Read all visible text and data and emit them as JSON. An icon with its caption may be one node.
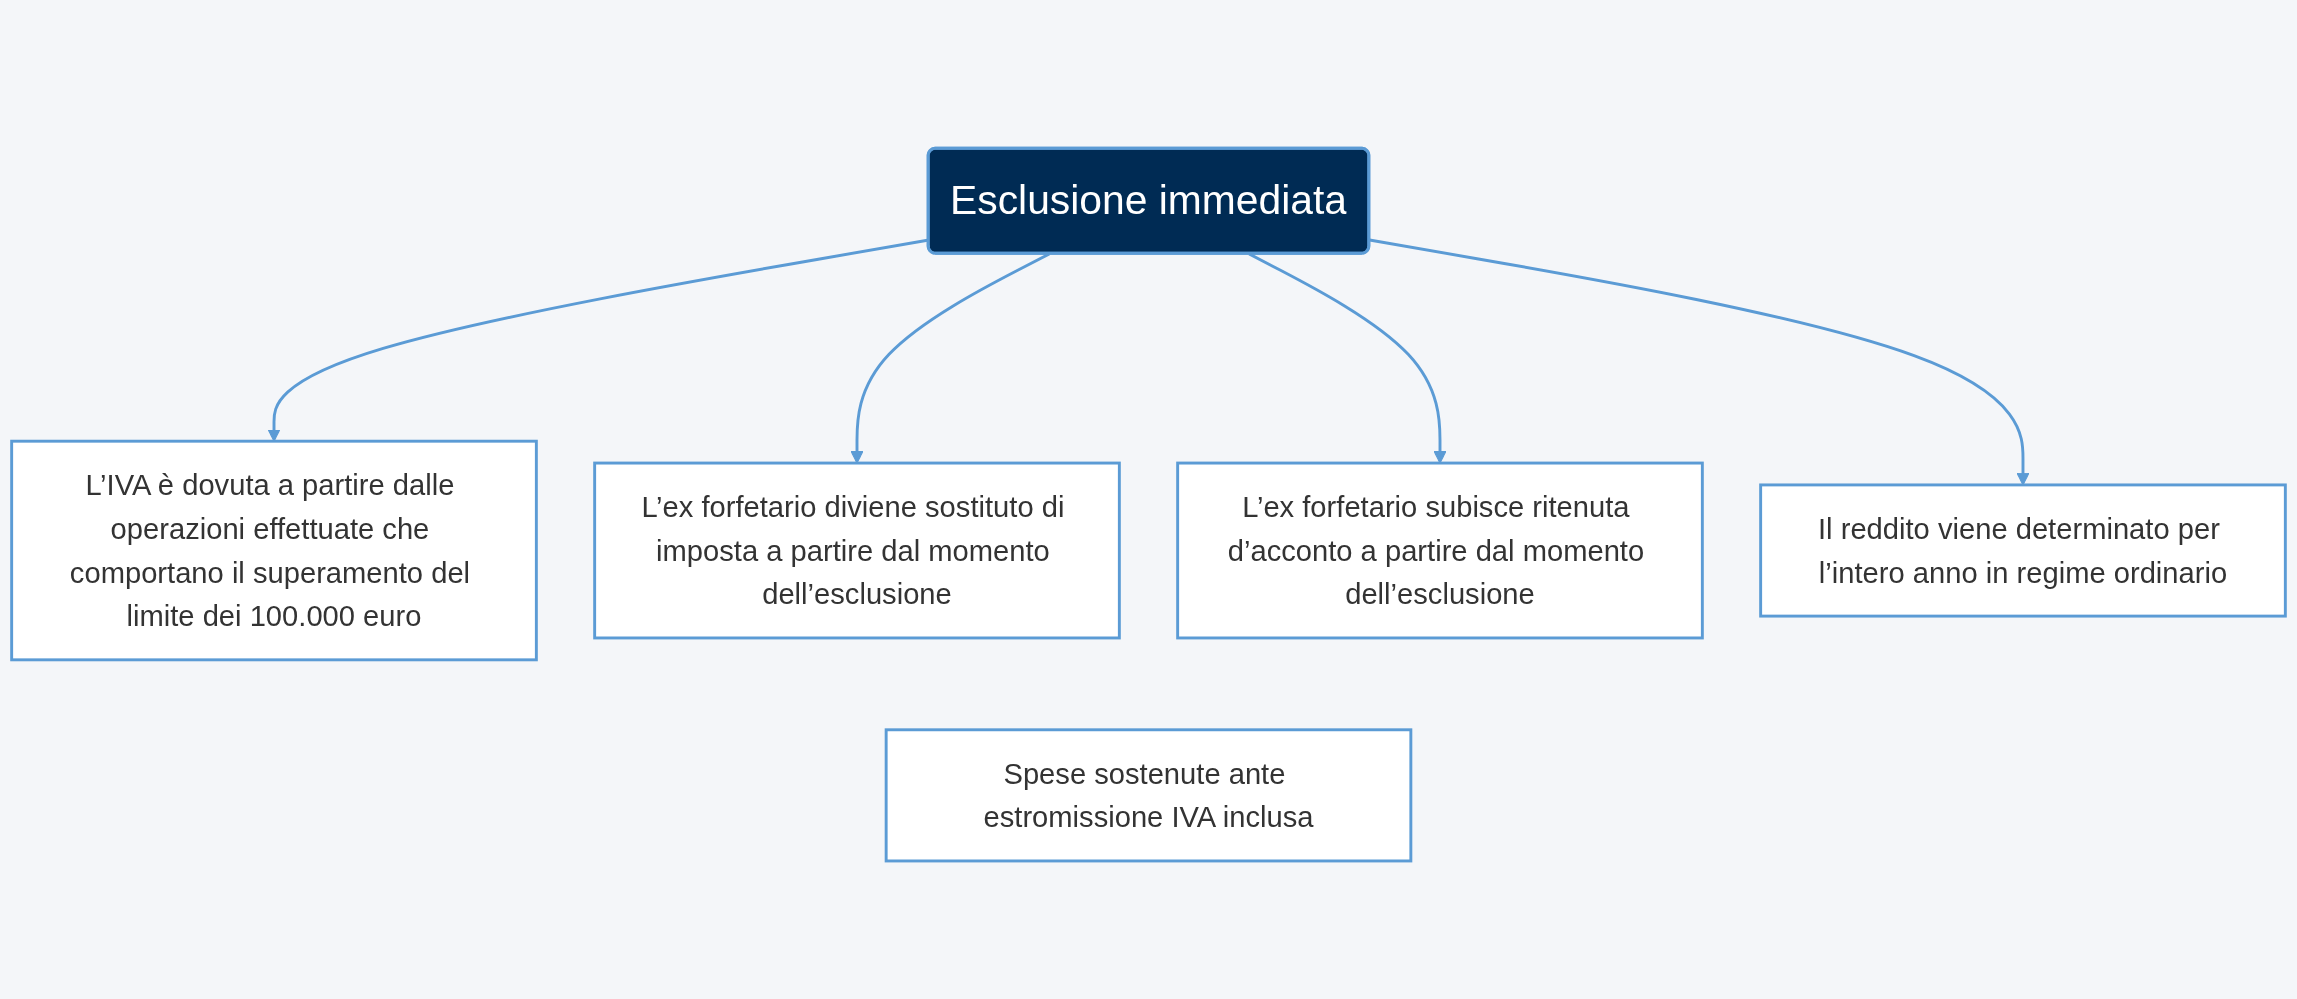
{
  "diagram": {
    "nodes": [
      {
        "text": [
          "L’IVA è dovuta a partire dalle operazioni effettuate che comportano il superamento del limite dei 100.000 euro"
        ]
      },
      {
        "text": [
          "L’ex forfetario diviene sostituto di imposta a partire dal momento dell’esclusione"
        ]
      },
      {
        "text": [
          "Esclusione immediata"
        ]
      },
      {
        "text": [
          "L’ex forfetario subisce ritenuta d’acconto a partire dal momento dell’esclusione"
        ]
      },
      {
        "text": [
          "Il reddito viene determinato per l’intero anno in regime ordinario"
        ]
      },
      {
        "text": [
          "Spese sostenute ante estromissione IVA inclusa"
        ]
      }
    ],
    "edges": [
      {
        "from": 2,
        "to": 0,
        "arrow": "to"
      },
      {
        "from": 2,
        "to": 1,
        "arrow": "to"
      },
      {
        "from": 2,
        "to": 3,
        "arrow": "to"
      },
      {
        "from": 2,
        "to": 4,
        "arrow": "to"
      }
    ]
  }
}
